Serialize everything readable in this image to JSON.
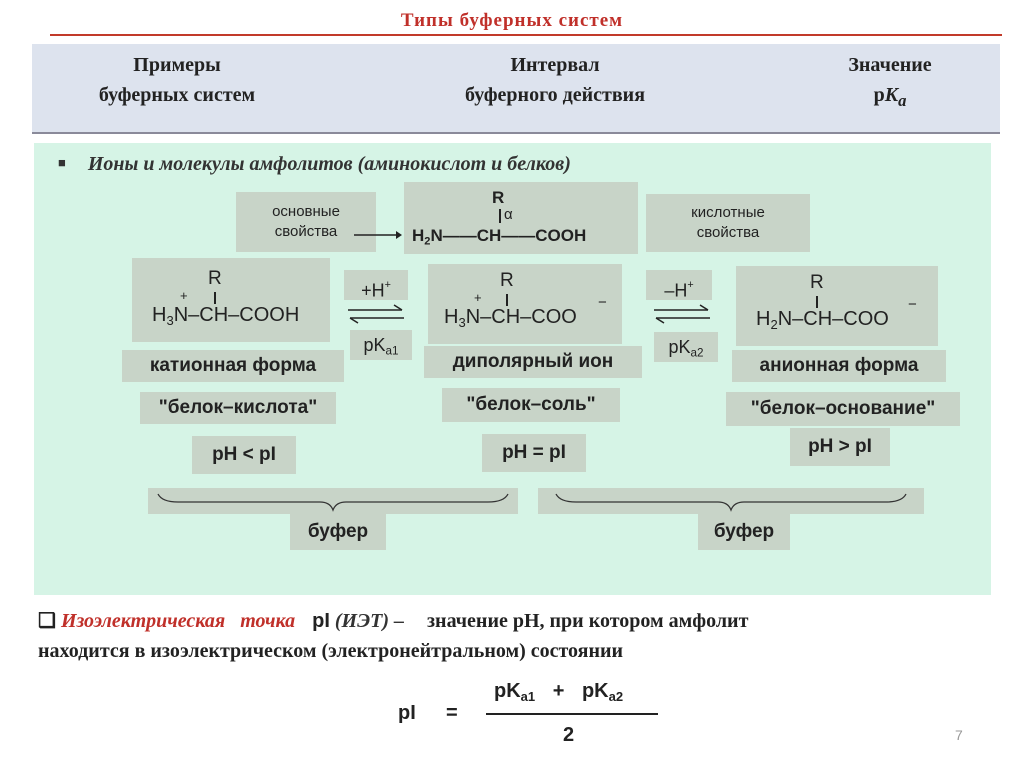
{
  "slide": {
    "title": "Типы буферных систем",
    "page_number": "7"
  },
  "header": {
    "col1": [
      "Примеры",
      "буферных систем"
    ],
    "col2": [
      "Интервал",
      "буферного действия"
    ],
    "col3_line1": "Значение",
    "col3_p": "p",
    "col3_k": "K",
    "col3_sub": "a"
  },
  "bullet": {
    "marker": "■",
    "text": "Ионы и молекулы амфолитов (аминокислот и белков)"
  },
  "top_row": {
    "basic_props": [
      "основные",
      "свойства"
    ],
    "acid_props": [
      "кислотные",
      "свойства"
    ],
    "general_formula": {
      "r": "R",
      "alpha": "α",
      "left": "H",
      "left_sub": "2",
      "left_tail": "N——CH——COOH"
    }
  },
  "forms": {
    "cation": {
      "r": "R",
      "plus": "+",
      "formula_h": "H",
      "formula_sub": "3",
      "formula_tail": "N–CH–COOH",
      "name": "катионная форма",
      "alias": "\"белок–кислота\"",
      "ph": "pH < pI"
    },
    "dipolar": {
      "r": "R",
      "plus": "+",
      "minus": "−",
      "formula_h": "H",
      "formula_sub": "3",
      "formula_tail": "N–CH–COO",
      "name": "диполярный ион",
      "alias": "\"белок–соль\"",
      "ph": "pH = pI"
    },
    "anion": {
      "r": "R",
      "minus": "−",
      "formula_h": "H",
      "formula_sub": "2",
      "formula_tail": "N–CH–COO",
      "name": "анионная форма",
      "alias": "\"белок–основание\"",
      "ph": "pH > pI"
    }
  },
  "equilibria": {
    "first": {
      "reagent": "+H",
      "reagent_sup": "+",
      "pk": "pK",
      "pk_sub": "a1"
    },
    "second": {
      "reagent": "–H",
      "reagent_sup": "+",
      "pk": "pK",
      "pk_sub": "a2"
    }
  },
  "buffers": {
    "left": "буфер",
    "right": "буфер"
  },
  "definition": {
    "marker": "❑",
    "term": "Изоэлектрическая   точка",
    "symbol": "pI",
    "abbr": "(ИЭТ) –",
    "text_1": "значение pH, при котором амфолит",
    "text_2": "находится в изоэлектрическом (электронейтральном) состоянии"
  },
  "formula": {
    "lhs": "pI",
    "eq": "=",
    "num_1": "pK",
    "num_1_sub": "a1",
    "plus": "+",
    "num_2": "pK",
    "num_2_sub": "a2",
    "den": "2"
  },
  "colors": {
    "title_red": "#c0302a",
    "header_bg": "#dde3ee",
    "panel_green": "#d6f4e6",
    "label_box": "#c8d4c8"
  }
}
